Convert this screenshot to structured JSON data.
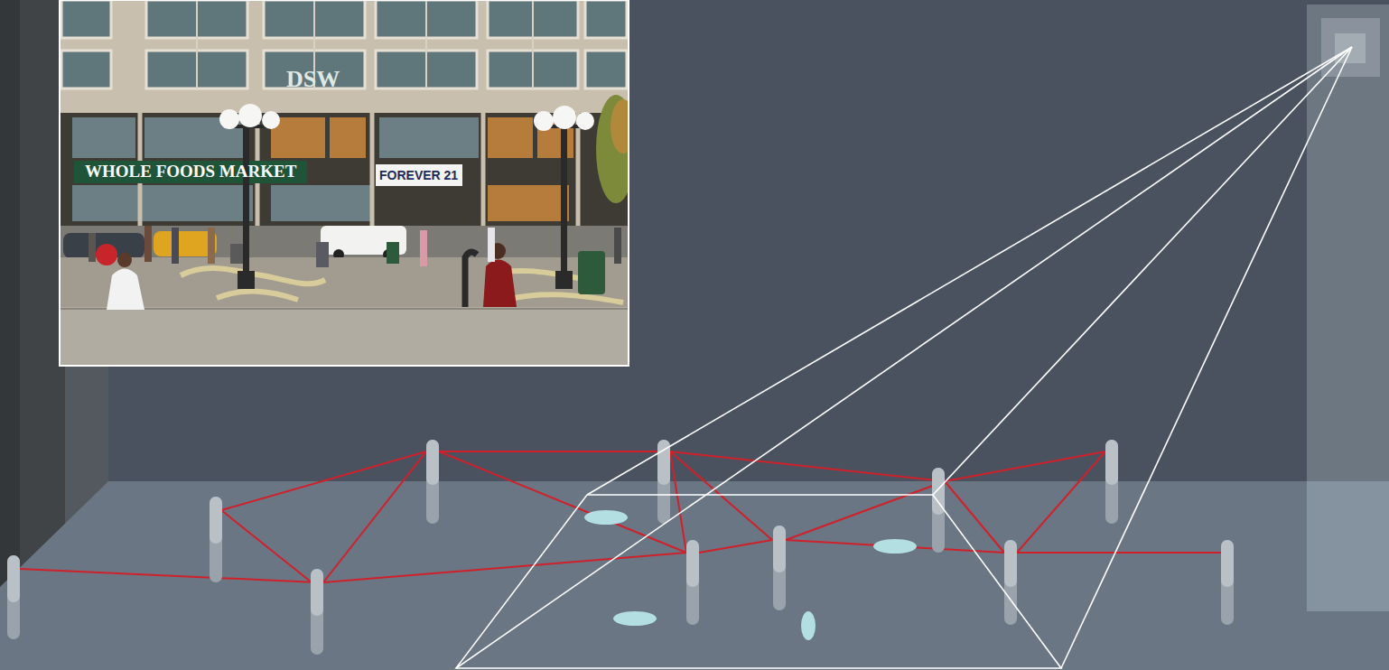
{
  "diagram": {
    "labels": [
      "DSW",
      "WHOLE FOODS MARKET",
      "FOREVER 21"
    ]
  }
}
